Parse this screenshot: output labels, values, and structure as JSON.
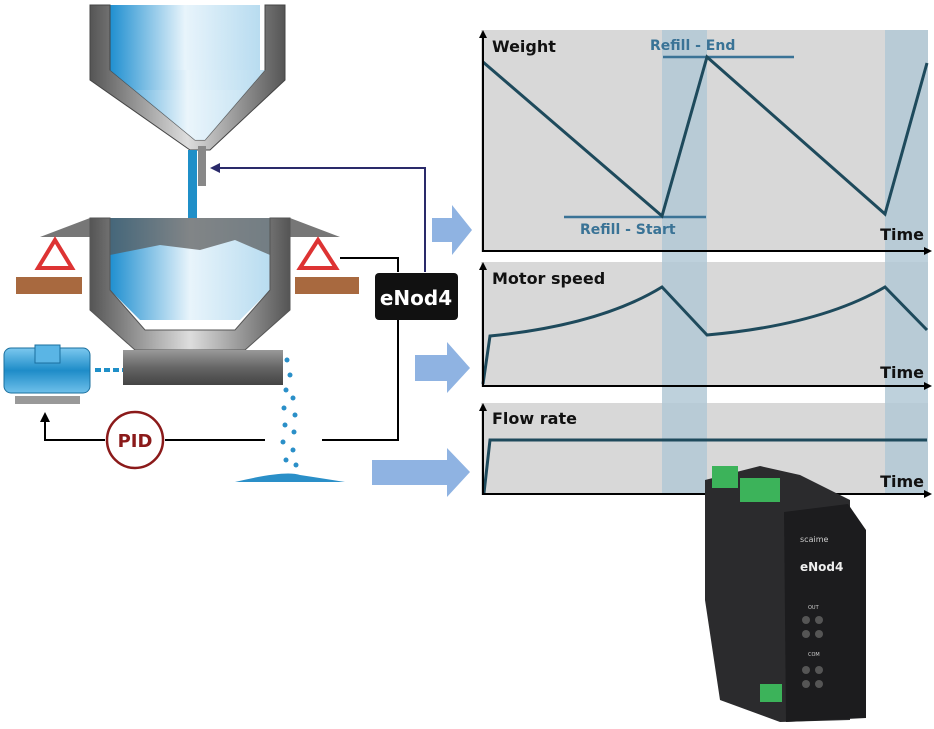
{
  "controller_label": "eNod4",
  "pid_label": "PID",
  "charts": {
    "weight": {
      "title": "Weight",
      "x_label": "Time",
      "refill_end": "Refill - End",
      "refill_start": "Refill - Start"
    },
    "motor_speed": {
      "title": "Motor speed",
      "x_label": "Time"
    },
    "flow_rate": {
      "title": "Flow rate",
      "x_label": "Time"
    }
  },
  "device": {
    "brand": "scaime",
    "model": "eNod4",
    "led_group_1": "OUT",
    "led_group_2": "COM"
  },
  "colors": {
    "panel": "#d8d8d8",
    "refill_band": "#b3c9d6",
    "trace": "#1e4a5c",
    "annotation": "#3a7396",
    "arrow": "#8fb3e2",
    "pid": "#8b1a1a",
    "material": "#2a8fc8"
  }
}
